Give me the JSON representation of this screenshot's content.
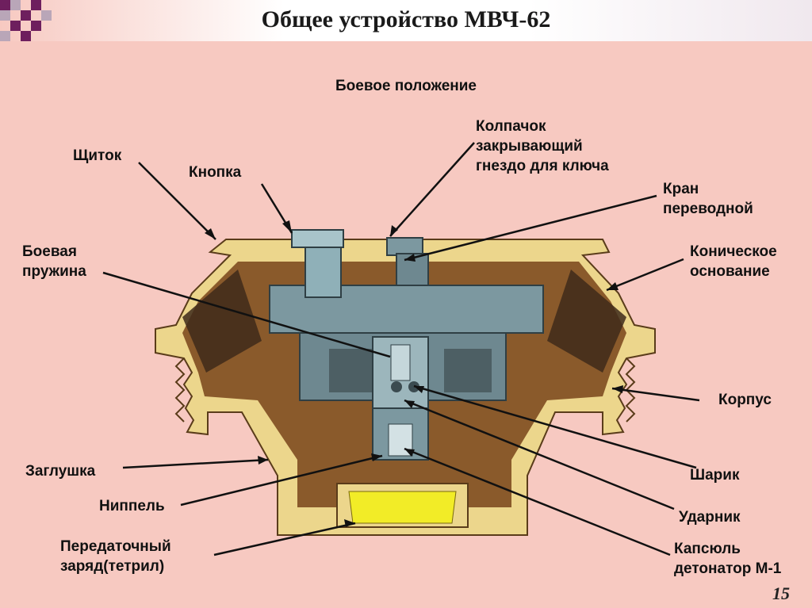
{
  "title": "Общее устройство МВЧ-62",
  "subtitle": "Боевое положение",
  "page_number": "15",
  "colors": {
    "background": "#f7c9c1",
    "corner_purple": "#6e1f5e",
    "corner_light": "#b9a6b8",
    "body_tan": "#ecd68c",
    "body_brown": "#8a5a2b",
    "slate": "#7c98a0",
    "charge_yellow": "#f2ec27"
  },
  "labels": {
    "shchitok": "Щиток",
    "knopka": "Кнопка",
    "kolpachok_1": "Колпачок",
    "kolpachok_2": "закрывающий",
    "kolpachok_3": "гнездо для ключа",
    "kran_1": "Кран",
    "kran_2": "переводной",
    "pruzhina_1": "Боевая",
    "pruzhina_2": "пружина",
    "osnovanie_1": "Коническое",
    "osnovanie_2": "основание",
    "korpus": "Корпус",
    "zaglushka": "Заглушка",
    "sharik": "Шарик",
    "nippel": "Ниппель",
    "udarnik": "Ударник",
    "zaryad_1": "Передаточный",
    "zaryad_2": "заряд(тетрил)",
    "kapsyul_1": "Капсюль",
    "kapsyul_2": "детонатор М-1"
  }
}
